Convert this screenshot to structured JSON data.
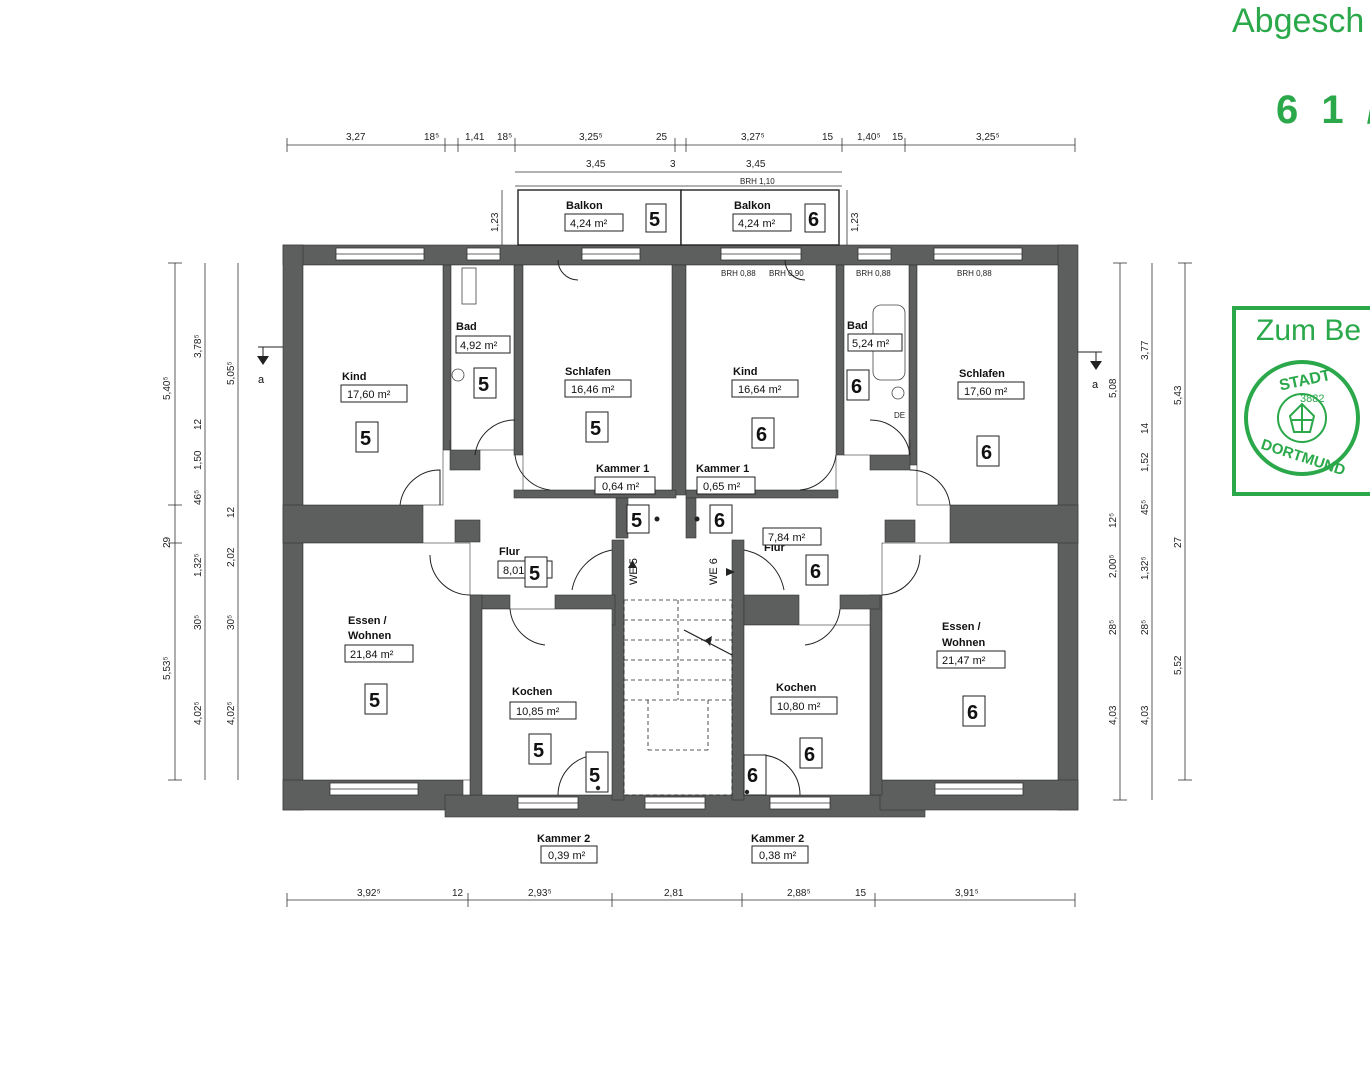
{
  "stamps": {
    "title": "Abgesch",
    "code": "6 1 /",
    "box_text": "Zum Be",
    "seal_text_top": "STADT",
    "seal_text_bottom": "DORTMUND",
    "seal_year": "3882",
    "color": "#2aa84a"
  },
  "colors": {
    "wall": "#5c5f5e",
    "line": "#222222"
  },
  "rooms": {
    "balkon5": {
      "name": "Balkon",
      "area": "4,24 m²",
      "unit": "5"
    },
    "balkon6": {
      "name": "Balkon",
      "area": "4,24 m²",
      "unit": "6"
    },
    "kind5": {
      "name": "Kind",
      "area": "17,60 m²",
      "unit": "5"
    },
    "bad5": {
      "name": "Bad",
      "area": "4,92 m²",
      "unit": "5"
    },
    "schlafen5": {
      "name": "Schlafen",
      "area": "16,46 m²",
      "unit": "5"
    },
    "kind6": {
      "name": "Kind",
      "area": "16,64 m²",
      "unit": "6"
    },
    "bad6": {
      "name": "Bad",
      "area": "5,24 m²",
      "unit": "6"
    },
    "schlafen6": {
      "name": "Schlafen",
      "area": "17,60 m²",
      "unit": "6"
    },
    "kammer1_5": {
      "name": "Kammer 1",
      "area": "0,64 m²",
      "unit": "5"
    },
    "kammer1_6": {
      "name": "Kammer 1",
      "area": "0,65 m²",
      "unit": "6"
    },
    "flur5": {
      "name": "Flur",
      "area": "8,01 m²",
      "unit": "5"
    },
    "flur6": {
      "name": "Flur",
      "area": "7,84 m²",
      "unit": "6"
    },
    "essen5": {
      "name1": "Essen /",
      "name2": "Wohnen",
      "area": "21,84 m²",
      "unit": "5"
    },
    "essen6": {
      "name1": "Essen /",
      "name2": "Wohnen",
      "area": "21,47 m²",
      "unit": "6"
    },
    "kochen5": {
      "name": "Kochen",
      "area": "10,85 m²",
      "unit": "5"
    },
    "kochen6": {
      "name": "Kochen",
      "area": "10,80 m²",
      "unit": "6"
    },
    "kammer2_5": {
      "name": "Kammer 2",
      "area": "0,39 m²",
      "unit": "5"
    },
    "kammer2_6": {
      "name": "Kammer 2",
      "area": "0,38 m²",
      "unit": "6"
    }
  },
  "entrances": {
    "we5": "WE 5",
    "we6": "WE 6"
  },
  "section_marks": {
    "left": "a",
    "right": "a"
  },
  "dims_top1": [
    "3,27",
    "18⁵",
    "1,41",
    "18⁵",
    "3,25⁵",
    "25",
    "3,27⁵",
    "15",
    "1,40⁵",
    "15",
    "3,25⁵"
  ],
  "dims_top2": [
    "3,45",
    "3",
    "3,45"
  ],
  "dims_top3": "BRH 1,10",
  "dims_balcony_side": [
    "1,23",
    "1,23"
  ],
  "dims_brh": [
    "BRH 0,88",
    "BRH 0,90",
    "BRH 0,88",
    "BRH 0,88"
  ],
  "de_label": "DE",
  "dims_bottom": [
    "3,92⁵",
    "12",
    "2,93⁵",
    "2,81",
    "2,88⁵",
    "15",
    "3,91⁵"
  ],
  "dims_left_outer": [
    "5,40⁵",
    "29",
    "5,53⁵"
  ],
  "dims_left_mid": [
    "3,78⁵",
    "12",
    "1,50",
    "46⁵",
    "1,32⁵",
    "30⁵",
    "4,02⁵"
  ],
  "dims_left_inner": [
    "5,05⁵",
    "12",
    "2,02",
    "30⁵",
    "4,02⁵"
  ],
  "dims_right_inner": [
    "5,08",
    "12⁵",
    "2,00⁵",
    "28⁵",
    "4,03"
  ],
  "dims_right_mid": [
    "3,77",
    "14",
    "1,52",
    "45⁵",
    "1,32⁵",
    "28⁵",
    "4,03"
  ],
  "dims_right_outer": [
    "5,43",
    "27",
    "5,52"
  ]
}
